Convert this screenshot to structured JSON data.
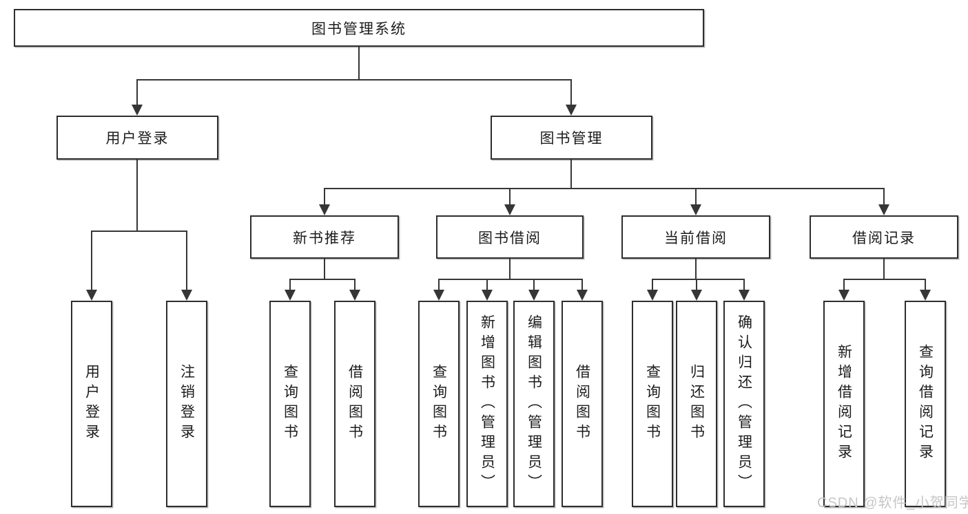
{
  "diagram": {
    "title": "图书管理系统",
    "level2": [
      "用户登录",
      "图书管理"
    ],
    "level3": [
      "新书推荐",
      "图书借阅",
      "当前借阅",
      "借阅记录"
    ],
    "leaves": {
      "user_login": [
        "用户登录",
        "注销登录"
      ],
      "new_books": [
        "查询图书",
        "借阅图书"
      ],
      "book_borrow": [
        "查询图书",
        "新增图书（管理员）",
        "编辑图书（管理员）",
        "借阅图书"
      ],
      "current_borrow": [
        "查询图书",
        "归还图书",
        "确认归还（管理员）"
      ],
      "borrow_records": [
        "新增借阅记录",
        "查询借阅记录"
      ]
    },
    "watermark": "CSDN @软件_小贺同学",
    "colors": {
      "line": "#363636",
      "box_border": "#2d2d2d",
      "box_background": "#ffffff",
      "text": "#1c1c1c",
      "watermark": "#c6c6c6"
    }
  }
}
